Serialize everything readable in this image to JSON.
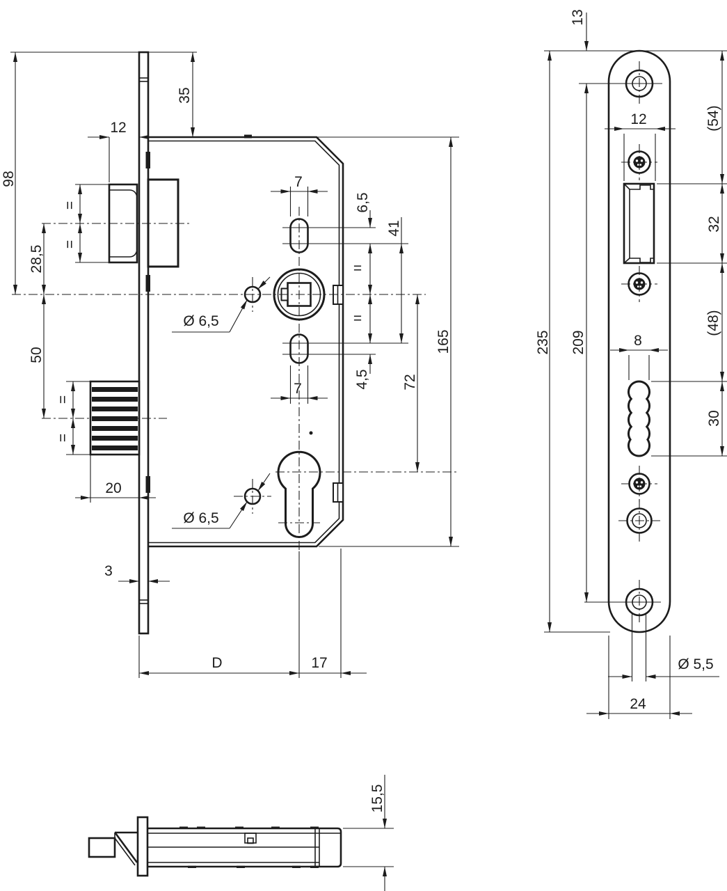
{
  "drawing": {
    "type": "technical-drawing-mortise-lock",
    "equals": "=",
    "side": {
      "h98": "98",
      "h35": "35",
      "w12": "12",
      "h28_5": "28,5",
      "h50": "50",
      "w20": "20",
      "t3": "3",
      "w7a": "7",
      "w7b": "7",
      "g6_5": "6,5",
      "g41": "41",
      "g4_5": "4,5",
      "g72": "72",
      "g165": "165",
      "dia_a": "Ø 6,5",
      "dia_b": "Ø 6,5",
      "backset": "D",
      "w17": "17"
    },
    "front": {
      "t13": "13",
      "w12": "12",
      "g54": "(54)",
      "g32": "32",
      "g48": "(48)",
      "w8": "8",
      "g30": "30",
      "h235": "235",
      "h209": "209",
      "dia": "Ø 5,5",
      "w24": "24"
    },
    "bottom": {
      "t15_5": "15,5"
    }
  }
}
